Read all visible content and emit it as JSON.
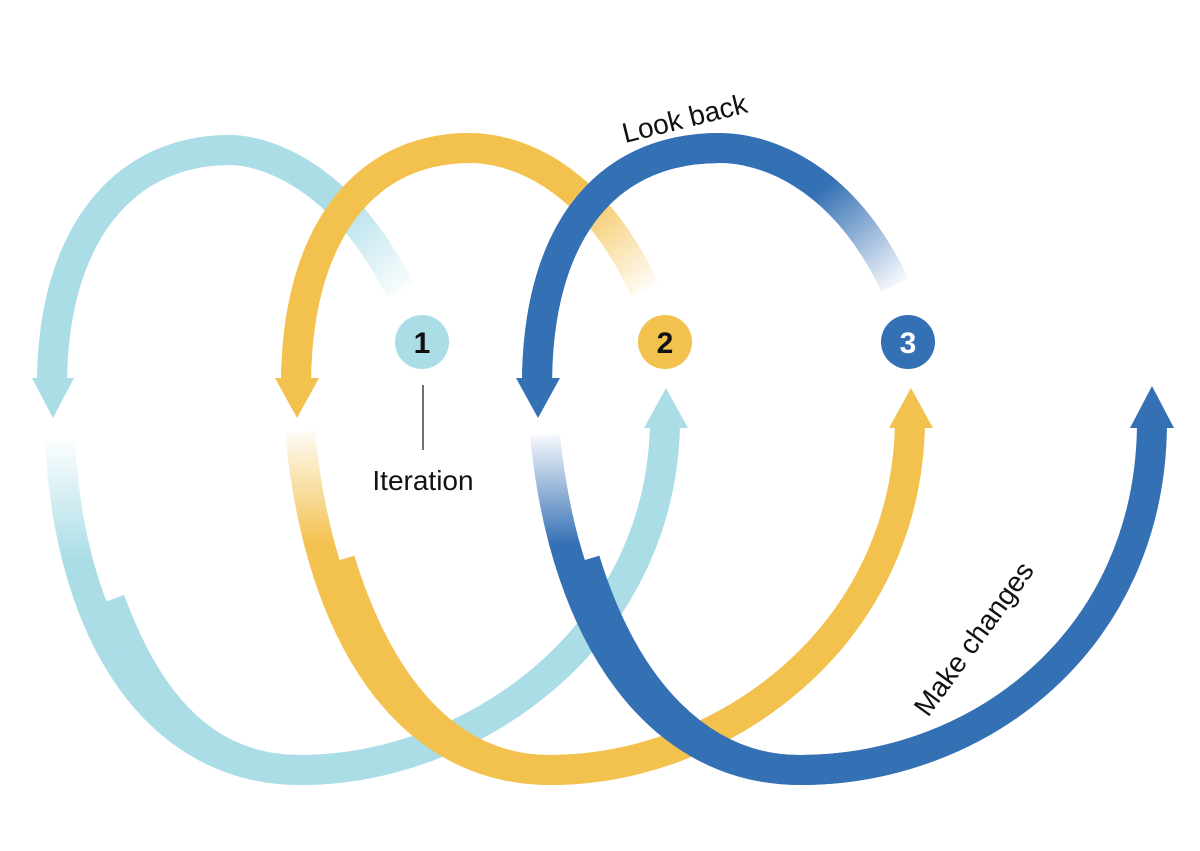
{
  "title": "Iteration cycle",
  "colors": {
    "iteration1": "#ABDDE7",
    "iteration2": "#F3C14E",
    "iteration3": "#3470B4",
    "text": "#111111"
  },
  "iterations": [
    {
      "number": "1",
      "color": "#ABDDE7",
      "number_color": "#111111"
    },
    {
      "number": "2",
      "color": "#F3C14E",
      "number_color": "#111111"
    },
    {
      "number": "3",
      "color": "#3470B4",
      "number_color": "#ffffff"
    }
  ],
  "labels": {
    "look_back": "Look back",
    "make_changes": "Make changes",
    "iteration": "Iteration"
  }
}
